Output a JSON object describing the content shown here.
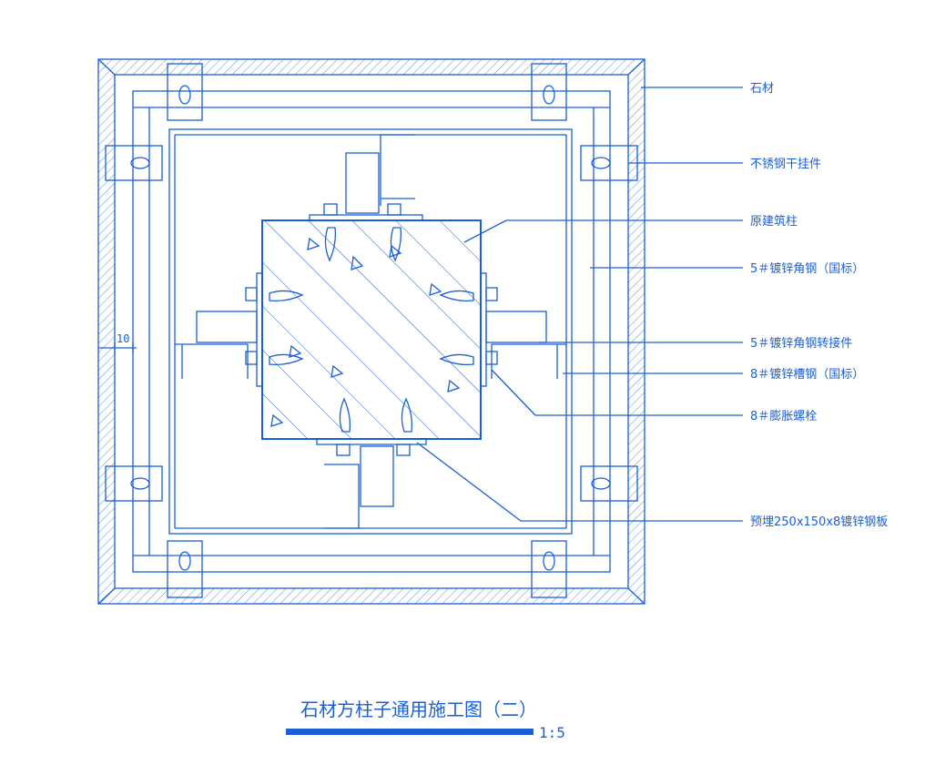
{
  "drawing": {
    "title": "石材方柱子通用施工图（二）",
    "scale": "1:5",
    "dimension": "10",
    "line_color": "#1a5fd6"
  },
  "labels": [
    "石材",
    "不锈钢干挂件",
    "原建筑柱",
    "5＃镀锌角钢（国标）",
    "5＃镀锌角钢转接件",
    "8＃镀锌槽钢（国标）",
    "8＃膨胀螺栓",
    "预埋250x150x8镀锌钢板"
  ]
}
